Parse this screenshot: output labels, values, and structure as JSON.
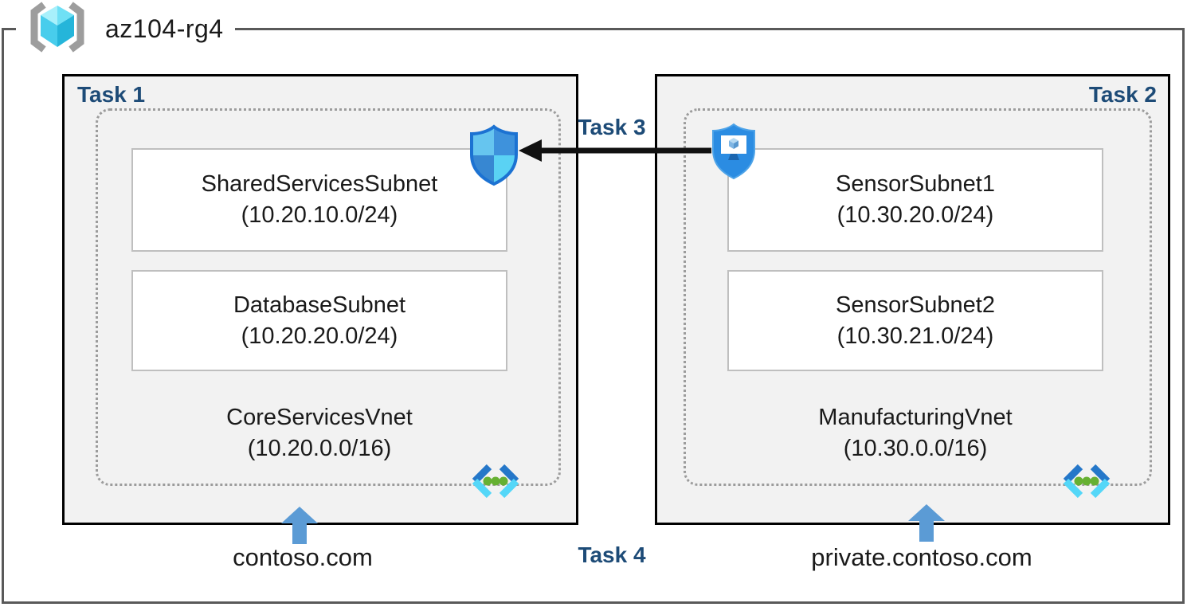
{
  "resource_group": {
    "label": "az104-rg4"
  },
  "labels": {
    "task1": "Task 1",
    "task2": "Task 2",
    "task3": "Task 3",
    "task4": "Task 4"
  },
  "vnets": [
    {
      "name": "CoreServicesVnet",
      "cidr": "(10.20.0.0/16)",
      "dns": "contoso.com",
      "subnets": [
        {
          "name": "SharedServicesSubnet",
          "cidr": "(10.20.10.0/24)"
        },
        {
          "name": "DatabaseSubnet",
          "cidr": "(10.20.20.0/24)"
        }
      ]
    },
    {
      "name": "ManufacturingVnet",
      "cidr": "(10.30.0.0/16)",
      "dns": "private.contoso.com",
      "subnets": [
        {
          "name": "SensorSubnet1",
          "cidr": "(10.30.20.0/24)"
        },
        {
          "name": "SensorSubnet2",
          "cidr": "(10.30.21.0/24)"
        }
      ]
    }
  ],
  "icons": {
    "resource_group": "resource-group-icon",
    "network_security_group": "network-security-group-icon",
    "application_security_group": "application-security-group-icon",
    "virtual_network": "virtual-network-icon",
    "dns_arrow": "up-arrow-icon",
    "task3_arrow": "left-arrow-icon"
  },
  "colors": {
    "task_label": "#1d4b77",
    "frame_border": "#595959",
    "task_box_fill": "#f2f2f2",
    "task_box_border": "#000000",
    "subnet_border": "#bfbfbf",
    "dotted_border": "#9c9c9c",
    "arrow_black": "#111111",
    "dns_arrow_blue": "#5b9bd5",
    "nsg_outline": "#1c72d2",
    "asg_fill": "#2b8ce2",
    "vnet_dark_blue": "#2577c9",
    "vnet_cyan": "#54d7f8",
    "vnet_dot_green": "#66b032"
  }
}
